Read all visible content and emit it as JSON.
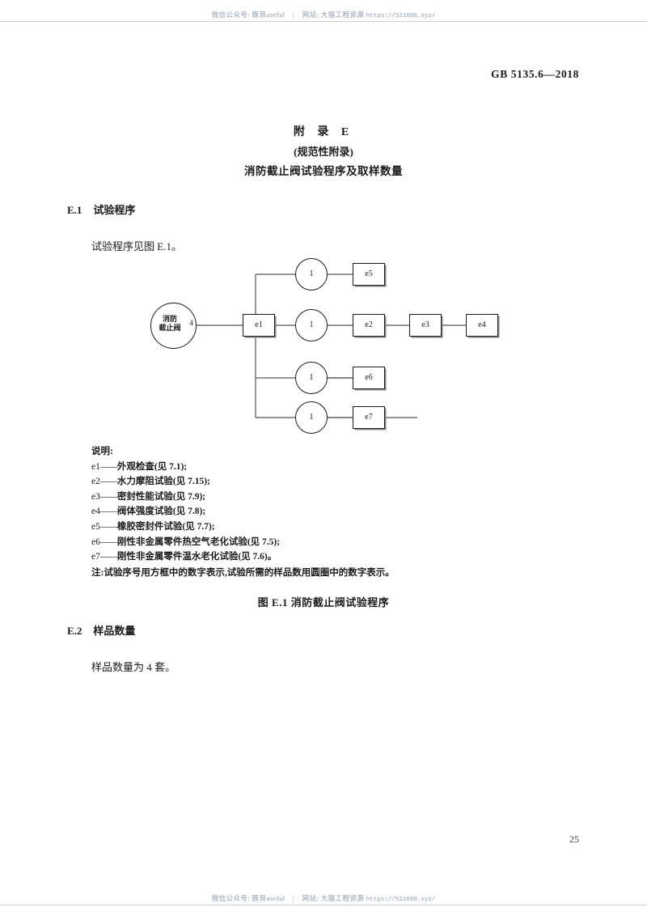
{
  "watermark": {
    "left_text": "微信公众号: 豚貝useful",
    "separator": "|",
    "right_text": "网站: 大猫工程资源",
    "url": "https://521686.xyz/"
  },
  "header": {
    "standard_code": "GB 5135.6—2018"
  },
  "annex": {
    "title": "附 录 E",
    "subtitle": "(规范性附录)",
    "name": "消防截止阀试验程序及取样数量"
  },
  "sections": {
    "e1": {
      "number": "E.1",
      "heading": "试验程序",
      "paragraph": "试验程序见图 E.1。"
    },
    "e2": {
      "number": "E.2",
      "heading": "样品数量",
      "paragraph": "样品数量为 4 套。"
    }
  },
  "figure": {
    "caption": "图 E.1  消防截止阀试验程序",
    "start_node": {
      "label_line1": "消防",
      "label_line2": "截止阀",
      "quantity": "4"
    },
    "first_box": "e1",
    "branches": [
      {
        "sample_count": "1",
        "tests": [
          "e5"
        ]
      },
      {
        "sample_count": "1",
        "tests": [
          "e2",
          "e3",
          "e4"
        ]
      },
      {
        "sample_count": "1",
        "tests": [
          "e6"
        ]
      },
      {
        "sample_count": "1",
        "tests": [
          "e7"
        ]
      }
    ]
  },
  "legend": {
    "heading": "说明:",
    "items": [
      {
        "key": "e1",
        "dash": "——",
        "text": "外观检查(见 7.1);"
      },
      {
        "key": "e2",
        "dash": "——",
        "text": "水力摩阻试验(见 7.15);"
      },
      {
        "key": "e3",
        "dash": "——",
        "text": "密封性能试验(见 7.9);"
      },
      {
        "key": "e4",
        "dash": "——",
        "text": "阀体强度试验(见 7.8);"
      },
      {
        "key": "e5",
        "dash": "——",
        "text": "橡胶密封件试验(见 7.7);"
      },
      {
        "key": "e6",
        "dash": "——",
        "text": "刚性非金属零件热空气老化试验(见 7.5);"
      },
      {
        "key": "e7",
        "dash": "——",
        "text": "刚性非金属零件温水老化试验(见 7.6)。"
      }
    ],
    "note_label": "注:",
    "note_text": "试验序号用方框中的数字表示,试验所需的样品数用圆圈中的数字表示。"
  },
  "footer": {
    "page_number": "25"
  }
}
